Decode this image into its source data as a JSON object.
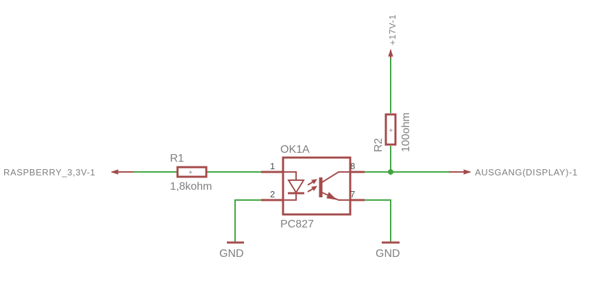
{
  "labels": {
    "input_net": "RASPBERRY_3,3V-1",
    "output_net": "AUSGANG(DISPLAY)-1",
    "supply_net": "+17V-1",
    "gnd_left": "GND",
    "gnd_right": "GND"
  },
  "r1": {
    "name": "R1",
    "value": "1,8kohm",
    "plus": "+"
  },
  "r2": {
    "name": "R2",
    "value": "100ohm",
    "plus": "+"
  },
  "ok1": {
    "name": "OK1A",
    "part": "PC827",
    "pins": {
      "p1": "1",
      "p2": "2",
      "p7": "7",
      "p8": "8"
    }
  },
  "colors": {
    "wire": "#3fa43f",
    "part": "#a44a4a",
    "text": "#7f7f7f",
    "pin_text": "#4a4a4a"
  }
}
